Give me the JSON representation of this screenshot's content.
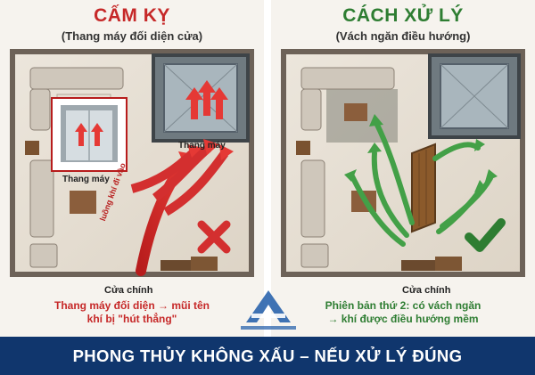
{
  "left_panel": {
    "title": "CẤM KỴ",
    "subtitle": "(Thang máy đối diện cửa)",
    "elevator_label": "Thang máy",
    "elevator_inset_label": "Thang máy",
    "airflow_label": "luồng khí đi vào",
    "door_label": "Cửa chính",
    "caption_line1": "Thang máy đối diện → mũi tên",
    "caption_line2": "khí bị \"hút thẳng\"",
    "verdict_icon": "x-mark-icon",
    "accent_color": "#c62828"
  },
  "right_panel": {
    "title": "CÁCH XỬ LÝ",
    "subtitle": "(Vách ngăn điều hướng)",
    "door_label": "Cửa chính",
    "caption_line1": "Phiên bản thứ 2: có vách ngăn",
    "caption_line2": "→ khí được điều hướng mềm",
    "verdict_icon": "check-mark-icon",
    "accent_color": "#2e7d32"
  },
  "banner": {
    "text": "PHONG THỦY KHÔNG XẤU – NẾU XỬ LÝ ĐÚNG",
    "background": "#10366d"
  },
  "logo": {
    "icon": "company-logo-icon"
  }
}
